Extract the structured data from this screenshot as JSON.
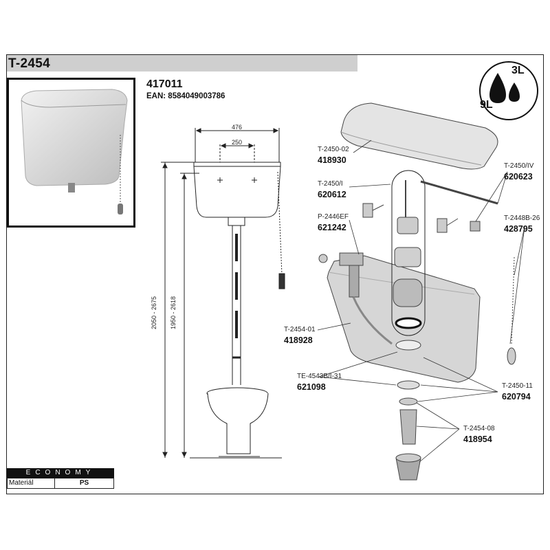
{
  "header": {
    "title": "T-2454"
  },
  "product": {
    "code": "417011",
    "ean": "EAN: 8584049003786"
  },
  "volumes": {
    "large": "9L",
    "small": "3L"
  },
  "dimensions": {
    "width_total": "476",
    "width_holes": "250",
    "height_range_outer": "2050 - 2675",
    "height_range_inner": "1950 - 2618"
  },
  "parts": [
    {
      "label": "T-2450-02",
      "number": "418930"
    },
    {
      "label": "T-2450/IV",
      "number": "620623"
    },
    {
      "label": "T-2450/I",
      "number": "620612"
    },
    {
      "label": "T-2448B-26",
      "number": "428795"
    },
    {
      "label": "P-2446EF",
      "number": "621242"
    },
    {
      "label": "T-2454-01",
      "number": "418928"
    },
    {
      "label": "TE-4543B/I-31",
      "number": "621098"
    },
    {
      "label": "T-2450-11",
      "number": "620794"
    },
    {
      "label": "T-2454-08",
      "number": "418954"
    }
  ],
  "footer": {
    "series": "ECONOMY",
    "material_label": "Materiál",
    "material_value": "PS"
  }
}
